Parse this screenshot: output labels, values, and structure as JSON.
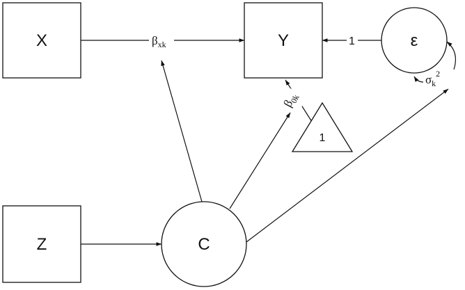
{
  "nodes": {
    "x": "X",
    "y": "Y",
    "z": "Z",
    "c": "C",
    "epsilon": "ε",
    "constant": "1"
  },
  "edges": {
    "beta_xk": {
      "symbol": "β",
      "sub": "xk"
    },
    "beta_0k": {
      "symbol": "β",
      "sub": "0k"
    },
    "epsilon_to_y": "1",
    "sigma_k2": {
      "symbol": "σ",
      "sub": "k",
      "sup": "2"
    }
  }
}
